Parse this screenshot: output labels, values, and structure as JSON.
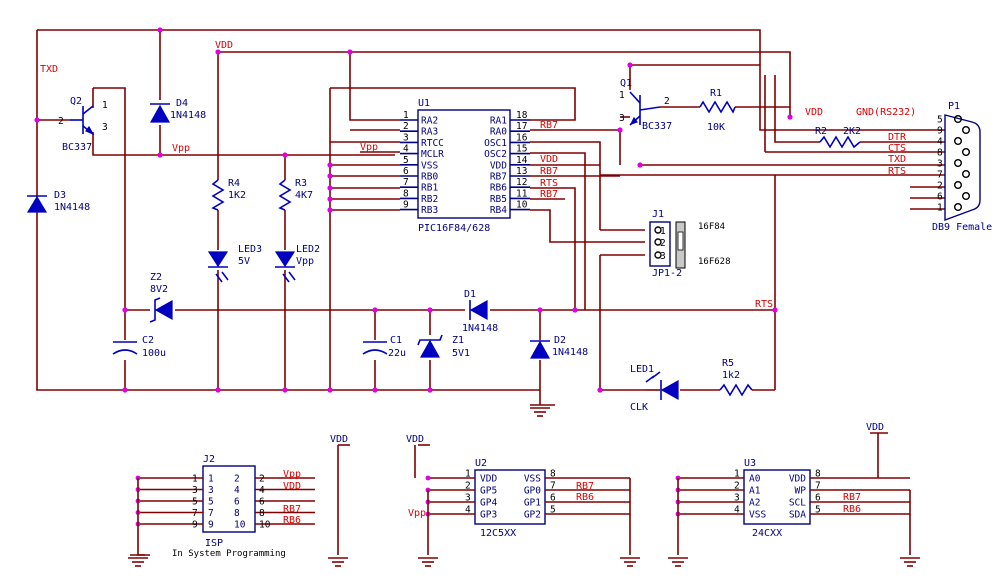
{
  "colors": {
    "wire": "#800000",
    "symbol": "#0000c0",
    "net_label": "#e00000",
    "text": "#000080",
    "junction": "#e000e0"
  },
  "parts": {
    "u1": {
      "ref": "U1",
      "name": "PIC16F84/628",
      "left_pins": [
        [
          "1",
          "RA2"
        ],
        [
          "2",
          "RA3"
        ],
        [
          "3",
          "RTCC"
        ],
        [
          "4",
          "MCLR"
        ],
        [
          "5",
          "VSS"
        ],
        [
          "6",
          "RB0"
        ],
        [
          "7",
          "RB1"
        ],
        [
          "8",
          "RB2"
        ],
        [
          "9",
          "RB3"
        ]
      ],
      "right_pins": [
        [
          "18",
          "RA1"
        ],
        [
          "17",
          "RA0"
        ],
        [
          "16",
          "OSC1"
        ],
        [
          "15",
          "OSC2"
        ],
        [
          "14",
          "VDD"
        ],
        [
          "13",
          "RB7"
        ],
        [
          "12",
          "RB6"
        ],
        [
          "11",
          "RB5"
        ],
        [
          "10",
          "RB4"
        ]
      ]
    },
    "q1": {
      "ref": "Q1",
      "value": "BC337",
      "pins": [
        "1",
        "2",
        "3"
      ]
    },
    "q2": {
      "ref": "Q2",
      "value": "BC337",
      "pins": [
        "1",
        "2",
        "3"
      ]
    },
    "r1": {
      "ref": "R1",
      "value": "10K"
    },
    "r2": {
      "ref": "R2",
      "value": "2K2"
    },
    "r3": {
      "ref": "R3",
      "value": "4K7"
    },
    "r4": {
      "ref": "R4",
      "value": "1K2"
    },
    "r5": {
      "ref": "R5",
      "value": "1k2"
    },
    "d1": {
      "ref": "D1",
      "value": "1N4148"
    },
    "d2": {
      "ref": "D2",
      "value": "1N4148"
    },
    "d3": {
      "ref": "D3",
      "value": "1N4148"
    },
    "d4": {
      "ref": "D4",
      "value": "1N4148"
    },
    "z1": {
      "ref": "Z1",
      "value": "5V1"
    },
    "z2": {
      "ref": "Z2",
      "value": "8V2"
    },
    "c1": {
      "ref": "C1",
      "value": "22u"
    },
    "c2": {
      "ref": "C2",
      "value": "100u"
    },
    "led1": {
      "ref": "LED1",
      "value": "CLK"
    },
    "led2": {
      "ref": "LED2",
      "value": "Vpp"
    },
    "led3": {
      "ref": "LED3",
      "value": "5V"
    },
    "p1": {
      "ref": "P1",
      "name": "DB9 Female",
      "pins": [
        "5",
        "9",
        "4",
        "8",
        "3",
        "7",
        "2",
        "6",
        "1"
      ]
    },
    "j1": {
      "ref": "J1",
      "name": "JP1-2",
      "pins": [
        "1",
        "2",
        "3"
      ],
      "opt_top": "16F84",
      "opt_bottom": "16F628"
    },
    "j2": {
      "ref": "J2",
      "name": "ISP",
      "caption": "In System Programming",
      "left_pins": [
        "1",
        "3",
        "5",
        "7",
        "9"
      ],
      "right_pins": [
        "2",
        "4",
        "6",
        "8",
        "10"
      ]
    },
    "u2": {
      "ref": "U2",
      "name": "12C5XX",
      "left_pins": [
        [
          "1",
          "VDD"
        ],
        [
          "2",
          "GP5"
        ],
        [
          "3",
          "GP4"
        ],
        [
          "4",
          "GP3"
        ]
      ],
      "right_pins": [
        [
          "8",
          "VSS"
        ],
        [
          "7",
          "GP0"
        ],
        [
          "6",
          "GP1"
        ],
        [
          "5",
          "GP2"
        ]
      ]
    },
    "u3": {
      "ref": "U3",
      "name": "24CXX",
      "left_pins": [
        [
          "1",
          "A0"
        ],
        [
          "2",
          "A1"
        ],
        [
          "3",
          "A2"
        ],
        [
          "4",
          "VSS"
        ]
      ],
      "right_pins": [
        [
          "8",
          "VDD"
        ],
        [
          "7",
          "WP"
        ],
        [
          "6",
          "SCL"
        ],
        [
          "5",
          "SDA"
        ]
      ]
    }
  },
  "nets": {
    "vdd": "VDD",
    "vpp": "Vpp",
    "txd": "TXD",
    "rts": "RTS",
    "rb7": "RB7",
    "rb6": "RB6",
    "dtr": "DTR",
    "cts": "CTS",
    "gnd_rs232": "GND(RS232)"
  }
}
